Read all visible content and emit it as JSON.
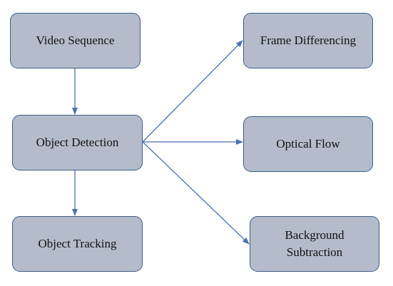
{
  "diagram": {
    "nodes": [
      {
        "id": "video-sequence",
        "label": "Video Sequence"
      },
      {
        "id": "object-detection",
        "label": "Object Detection"
      },
      {
        "id": "object-tracking",
        "label": "Object Tracking"
      },
      {
        "id": "frame-differencing",
        "label": "Frame Differencing"
      },
      {
        "id": "optical-flow",
        "label": "Optical Flow"
      },
      {
        "id": "background-subtraction",
        "label": "Background\nSubtraction"
      }
    ],
    "edges": [
      {
        "from": "video-sequence",
        "to": "object-detection"
      },
      {
        "from": "object-detection",
        "to": "object-tracking"
      },
      {
        "from": "object-detection",
        "to": "frame-differencing"
      },
      {
        "from": "object-detection",
        "to": "optical-flow"
      },
      {
        "from": "object-detection",
        "to": "background-subtraction"
      }
    ],
    "colors": {
      "node_fill": "#b4bccb",
      "node_border": "#3d5c86",
      "connector": "#4a72ad"
    }
  }
}
